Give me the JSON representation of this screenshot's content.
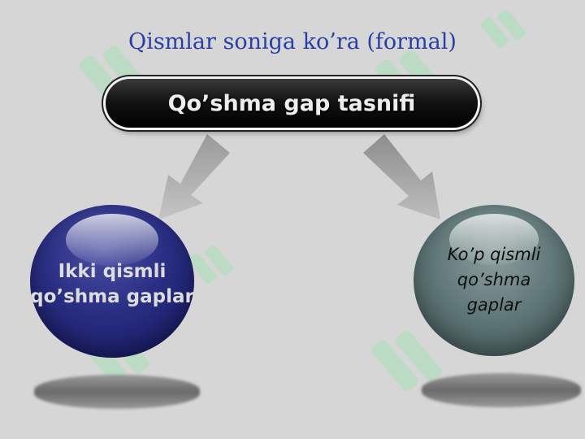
{
  "slide": {
    "heading": "Qismlar soniga ko’ra (formal)",
    "banner": "Qo’shma gap tasnifi",
    "left_node": {
      "line1": "Ikki qismli",
      "line2": "qo’shma gaplar"
    },
    "right_node": {
      "line1": "Ko’p qismli",
      "line2": "qo’shma",
      "line3": "gaplar"
    }
  },
  "colors": {
    "background": "#d6d6d6",
    "heading": "#2a3fa6",
    "banner": "#141414",
    "left_sphere": "#2a2e82",
    "right_sphere": "#5f7676",
    "watermark": "#a8e0b8"
  }
}
